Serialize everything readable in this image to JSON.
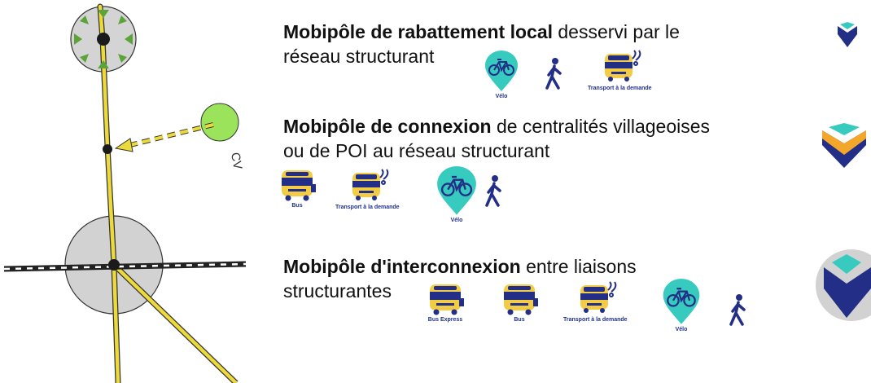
{
  "sketch": {
    "cv_label": "CV"
  },
  "rows": [
    {
      "title_bold": "Mobipôle de rabattement local",
      "title_rest": " desservi par le",
      "line2": "réseau structurant",
      "icons": [
        {
          "name": "velo-icon",
          "label": "Vélo"
        },
        {
          "name": "pedestrian-icon",
          "label": ""
        },
        {
          "name": "transport-demand-icon",
          "label": "Transport à la demande"
        }
      ]
    },
    {
      "title_bold": "Mobipôle de connexion",
      "title_rest": " de centralités villageoises",
      "line2": "ou de POI au réseau structurant",
      "icons": [
        {
          "name": "bus-icon",
          "label": "Bus"
        },
        {
          "name": "transport-demand-icon",
          "label": "Transport à la demande"
        },
        {
          "name": "velo-icon",
          "label": "Vélo"
        },
        {
          "name": "pedestrian-icon",
          "label": ""
        }
      ]
    },
    {
      "title_bold": "Mobipôle d'interconnexion",
      "title_rest": " entre liaisons",
      "line2": "structurantes",
      "icons": [
        {
          "name": "bus-express-icon",
          "label": "Bus Express"
        },
        {
          "name": "bus-icon",
          "label": "Bus"
        },
        {
          "name": "transport-demand-icon",
          "label": "Transport à la demande"
        },
        {
          "name": "velo-icon",
          "label": "Vélo"
        },
        {
          "name": "pedestrian-icon",
          "label": ""
        }
      ]
    }
  ],
  "colors": {
    "road_yellow": "#ecd93a",
    "cv_green": "#9be35b",
    "cyan": "#37cbbf",
    "navy": "#232e86",
    "orange": "#f2a72a",
    "bus_yellow": "#f2cc45",
    "grey_disc": "#d2d2d2"
  }
}
